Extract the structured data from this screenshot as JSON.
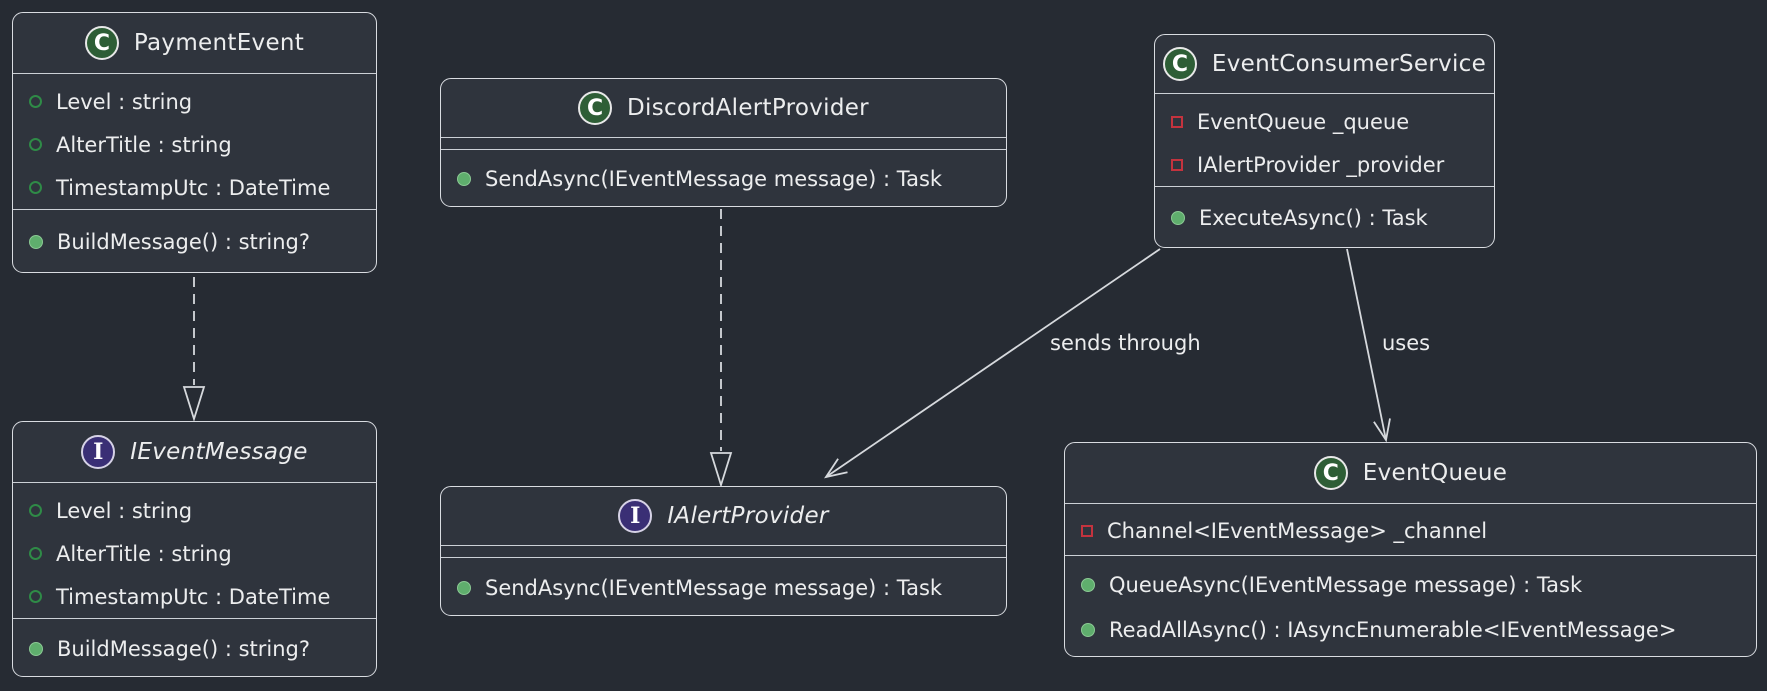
{
  "colors": {
    "background": "#262b33",
    "box_fill": "#2f343d",
    "border": "#d9dce1",
    "text": "#ecedee",
    "arrow": "#d6d9dd",
    "class_icon_fill": "#2e5e36",
    "interface_icon_fill": "#3a2f75",
    "public_field_icon": "#2f8b47",
    "public_method_icon": "#5fae6d",
    "private_field_icon": "#c4333e"
  },
  "classes": [
    {
      "name": "PaymentEvent",
      "kind": "class",
      "icon_letter": "C",
      "fields": [
        {
          "text": "Level : string",
          "visibility": "public"
        },
        {
          "text": "AlterTitle : string",
          "visibility": "public"
        },
        {
          "text": "TimestampUtc : DateTime",
          "visibility": "public"
        }
      ],
      "methods": [
        {
          "text": "BuildMessage() : string?",
          "visibility": "public"
        }
      ]
    },
    {
      "name": "IEventMessage",
      "kind": "interface",
      "icon_letter": "I",
      "fields": [
        {
          "text": "Level : string",
          "visibility": "public"
        },
        {
          "text": "AlterTitle : string",
          "visibility": "public"
        },
        {
          "text": "TimestampUtc : DateTime",
          "visibility": "public"
        }
      ],
      "methods": [
        {
          "text": "BuildMessage() : string?",
          "visibility": "public"
        }
      ]
    },
    {
      "name": "DiscordAlertProvider",
      "kind": "class",
      "icon_letter": "C",
      "fields": [],
      "methods": [
        {
          "text": "SendAsync(IEventMessage message) : Task",
          "visibility": "public"
        }
      ]
    },
    {
      "name": "IAlertProvider",
      "kind": "interface",
      "icon_letter": "I",
      "fields": [],
      "methods": [
        {
          "text": "SendAsync(IEventMessage message) : Task",
          "visibility": "public"
        }
      ]
    },
    {
      "name": "EventConsumerService",
      "kind": "class",
      "icon_letter": "C",
      "fields": [
        {
          "text": "EventQueue _queue",
          "visibility": "private"
        },
        {
          "text": "IAlertProvider _provider",
          "visibility": "private"
        }
      ],
      "methods": [
        {
          "text": "ExecuteAsync() : Task",
          "visibility": "public"
        }
      ]
    },
    {
      "name": "EventQueue",
      "kind": "class",
      "icon_letter": "C",
      "fields": [
        {
          "text": "Channel<IEventMessage> _channel",
          "visibility": "private"
        }
      ],
      "methods": [
        {
          "text": "QueueAsync(IEventMessage message) : Task",
          "visibility": "public"
        },
        {
          "text": "ReadAllAsync() : IAsyncEnumerable<IEventMessage>",
          "visibility": "public"
        }
      ]
    }
  ],
  "relations": [
    {
      "from": "PaymentEvent",
      "to": "IEventMessage",
      "type": "realization",
      "label": ""
    },
    {
      "from": "DiscordAlertProvider",
      "to": "IAlertProvider",
      "type": "realization",
      "label": ""
    },
    {
      "from": "EventConsumerService",
      "to": "IAlertProvider",
      "type": "dependency",
      "label": "sends through"
    },
    {
      "from": "EventConsumerService",
      "to": "EventQueue",
      "type": "dependency",
      "label": "uses"
    }
  ]
}
